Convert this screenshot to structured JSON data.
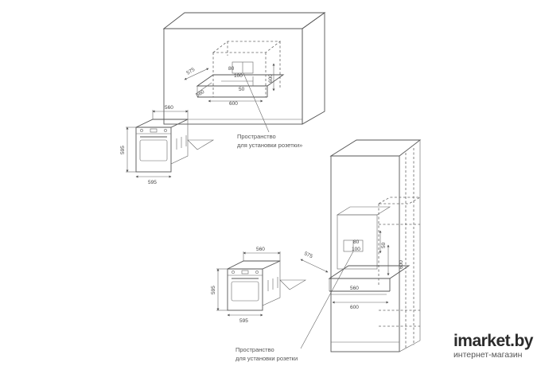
{
  "drawing": {
    "top_cabinet": {
      "dims": {
        "depth": "575",
        "h80": "80",
        "w100": "100",
        "h600": "600",
        "w560": "560",
        "w600": "600",
        "h50": "50"
      },
      "note_line1": "Пространство",
      "note_line2": "для установки розетки»"
    },
    "oven_top": {
      "width": "560",
      "height": "595",
      "front": "595"
    },
    "column_cabinet": {
      "dims": {
        "depth": "575",
        "h80": "80",
        "w100": "100",
        "h50": "50",
        "h600": "600",
        "w560": "560",
        "w600": "600"
      },
      "note_line1": "Пространство",
      "note_line2": "для установки розетки"
    },
    "oven_bottom": {
      "width": "560",
      "height": "595",
      "front": "595"
    }
  },
  "watermark": {
    "brand": "imarket.by",
    "tagline": "интернет-магазин"
  }
}
